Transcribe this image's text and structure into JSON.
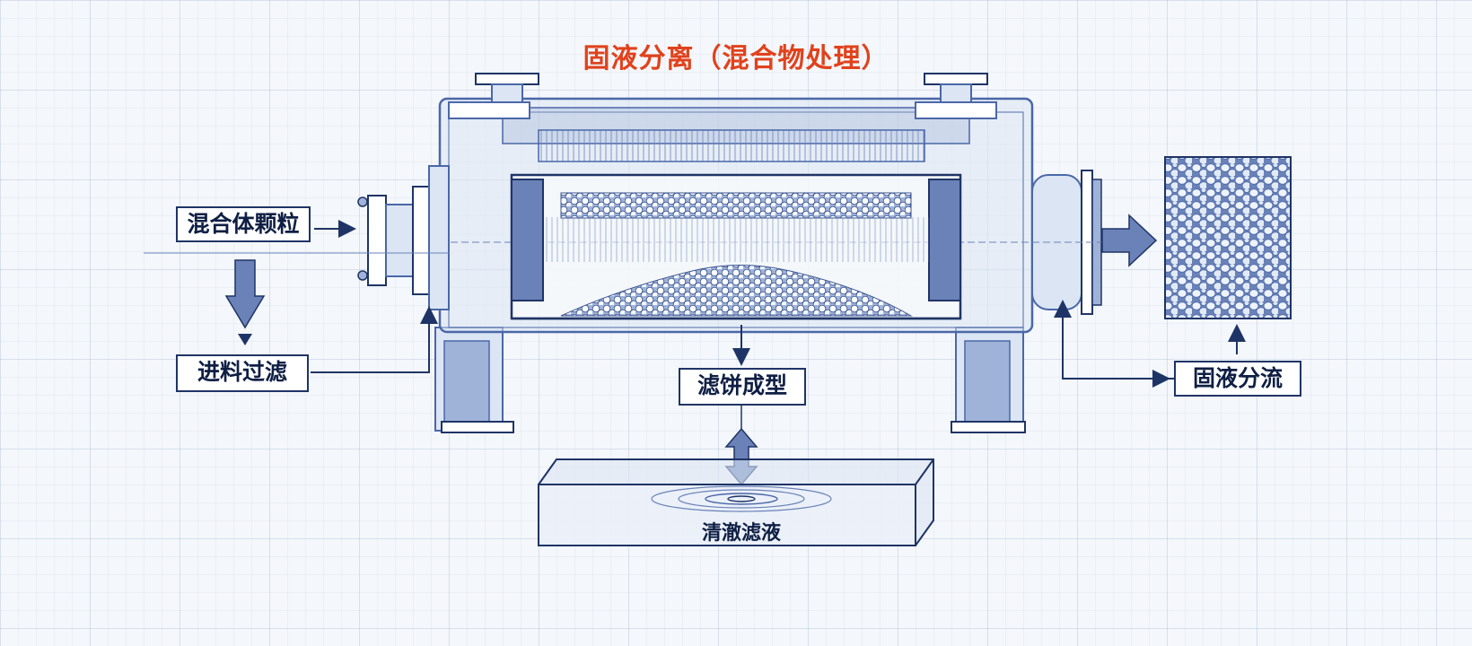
{
  "title": "固液分离（混合物处理）",
  "colors": {
    "title": "#e0421c",
    "line": "#1f3466",
    "blueprint": "#4a67a8",
    "fill_light": "#dbe5f3",
    "fill_mid": "#9fb3d8",
    "fill_dark": "#6a82b8"
  },
  "labels": {
    "mixed_particles": "混合体颗粒",
    "feed_filter": "进料过滤",
    "cake_forming": "滤饼成型",
    "clear_filtrate": "清澈滤液",
    "solid_liquid_split": "固液分流"
  }
}
